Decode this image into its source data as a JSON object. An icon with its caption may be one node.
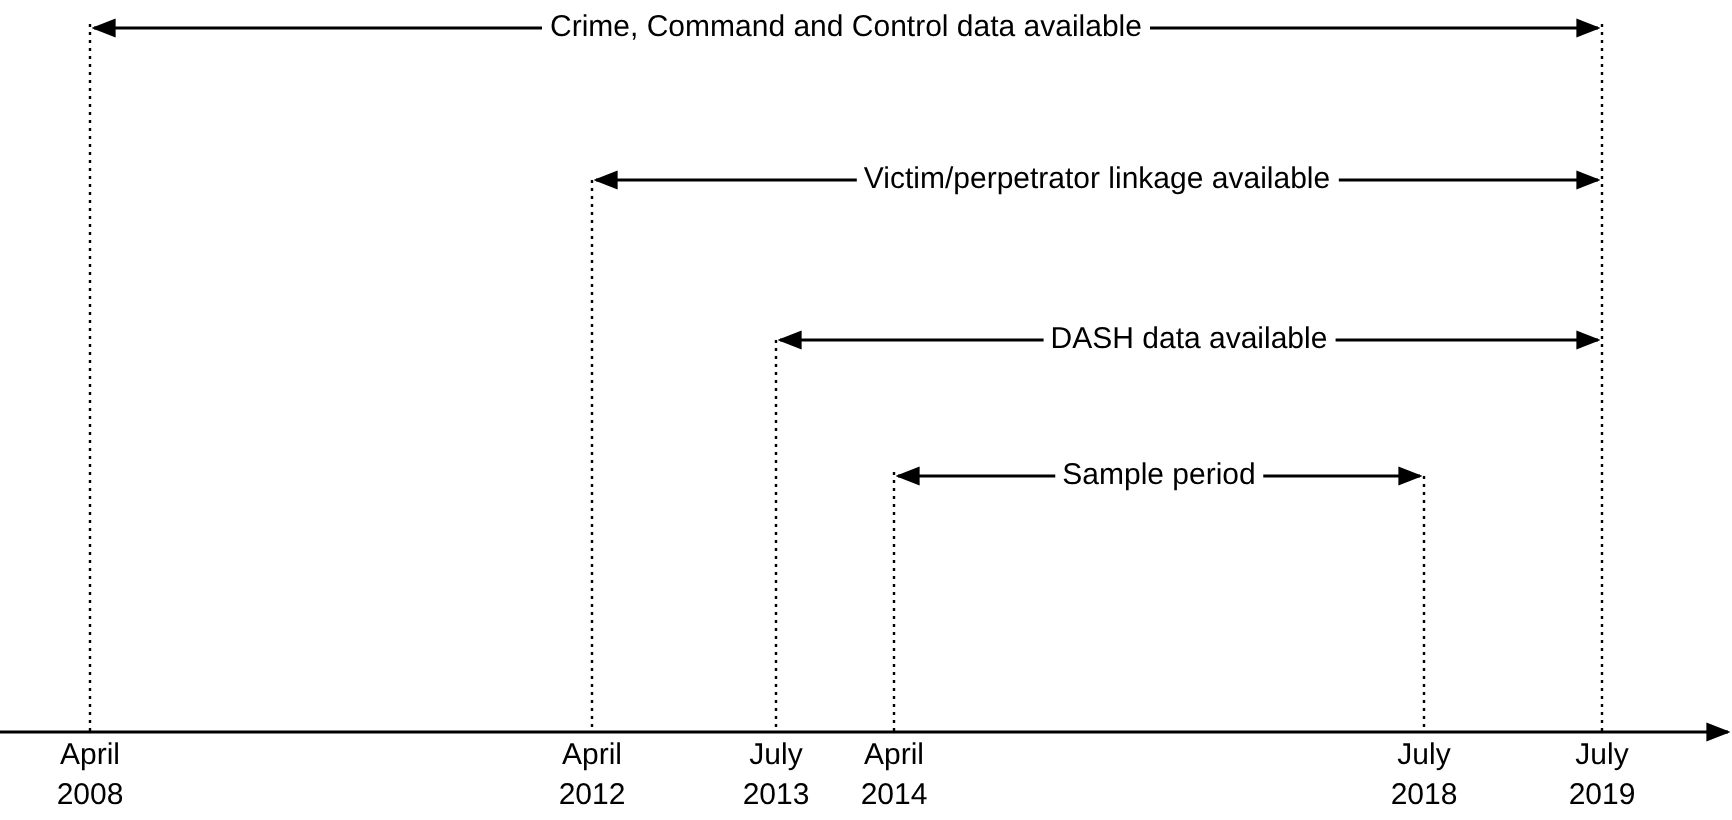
{
  "diagram": {
    "labels": [
      "Crime, Command and Control data available",
      "Victim/perpetrator linkage available",
      "DASH data available",
      "Sample period",
      "April 2008",
      "April 2012",
      "July 2013",
      "April 2014",
      "July 2018",
      "July 2019"
    ]
  }
}
